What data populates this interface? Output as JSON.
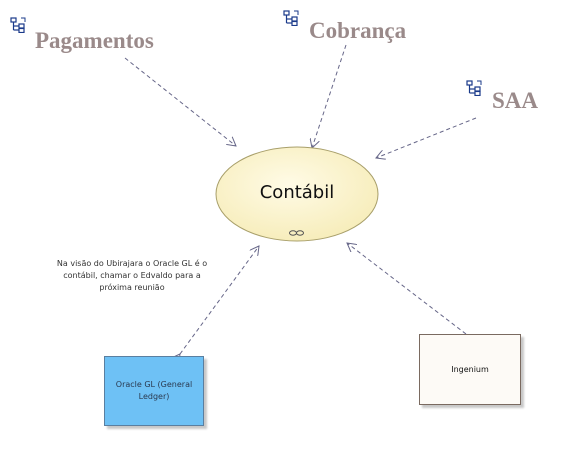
{
  "packages": [
    {
      "name": "Pagamentos",
      "icon": "package-icon"
    },
    {
      "name": "Cobrança",
      "icon": "package-icon"
    },
    {
      "name": "SAA",
      "icon": "package-icon"
    }
  ],
  "use_case": {
    "name": "Contábil",
    "icon": "link-icon",
    "fill": "#fdf6cf",
    "stroke": "#a89f6a"
  },
  "note": "Na visão do Ubirajara o Oracle GL é o contábil, chamar o Edvaldo para a próxima reunião",
  "components": [
    {
      "name": "Oracle GL (General Ledger)",
      "fill": "#6ec1f5"
    },
    {
      "name": "Ingenium",
      "fill": "#fdfaf6"
    }
  ],
  "connector_color": "#666688"
}
